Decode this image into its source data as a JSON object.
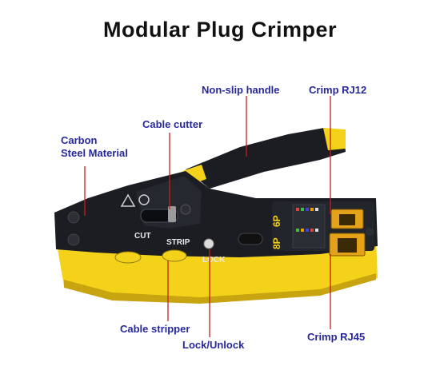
{
  "title": "Modular  Plug  Crimper",
  "callouts": {
    "non_slip_handle": "Non-slip handle",
    "crimp_rj12": "Crimp RJ12",
    "cable_cutter": "Cable cutter",
    "carbon_steel_line1": "Carbon",
    "carbon_steel_line2": "Steel Material",
    "cable_stripper": "Cable stripper",
    "lock_unlock": "Lock/Unlock",
    "crimp_rj45": "Crimp RJ45"
  },
  "tool_markings": {
    "cut": "CUT",
    "strip": "STRIP",
    "lock": "LOCK",
    "port_8p": "8P",
    "port_6p": "6P"
  },
  "colors": {
    "body_yellow": "#f5d21a",
    "body_black": "#1b1d22",
    "label_blue": "#27289a",
    "leader_red": "#c0201e"
  }
}
